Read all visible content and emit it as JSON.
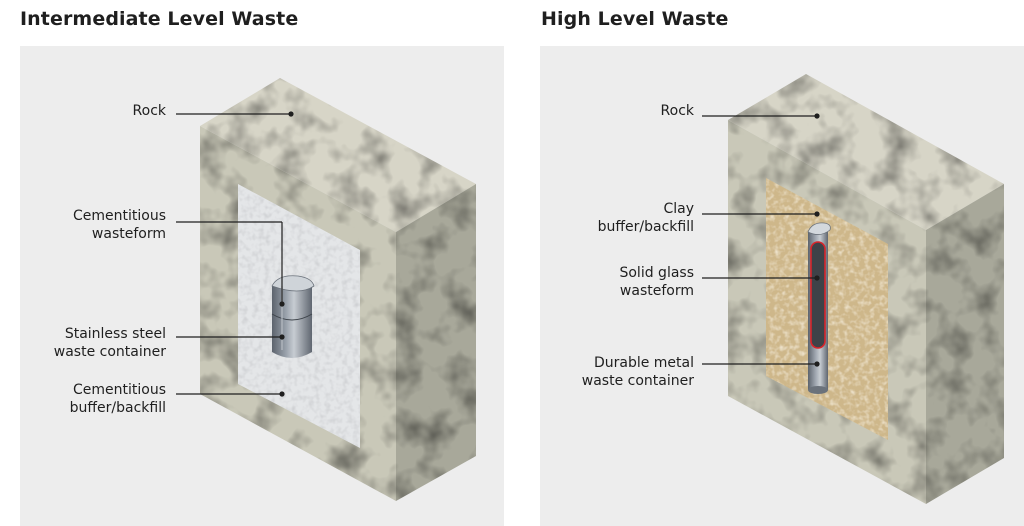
{
  "panels": [
    {
      "title": "Intermediate Level Waste",
      "labels": {
        "rock": "Rock",
        "wasteform": [
          "Cementitious",
          "wasteform"
        ],
        "container": [
          "Stainless steel",
          "waste container"
        ],
        "backfill": [
          "Cementitious",
          "buffer/backfill"
        ]
      }
    },
    {
      "title": "High Level Waste",
      "labels": {
        "rock": "Rock",
        "backfill": [
          "Clay",
          "buffer/backfill"
        ],
        "wasteform": [
          "Solid glass",
          "wasteform"
        ],
        "container": [
          "Durable metal",
          "waste container"
        ]
      }
    }
  ],
  "colors": {
    "panel_bg": "#ededed",
    "rock_top": "#d7d5c7",
    "rock_front": "#c9c8b8",
    "rock_side": "#a8a89a",
    "ilw_backfill": "#e4e6e8",
    "hlw_clay": "#ceb78a",
    "steel": "#8a929c",
    "glass_outline": "#d8242a",
    "leader_line": "#1f1f1f"
  }
}
